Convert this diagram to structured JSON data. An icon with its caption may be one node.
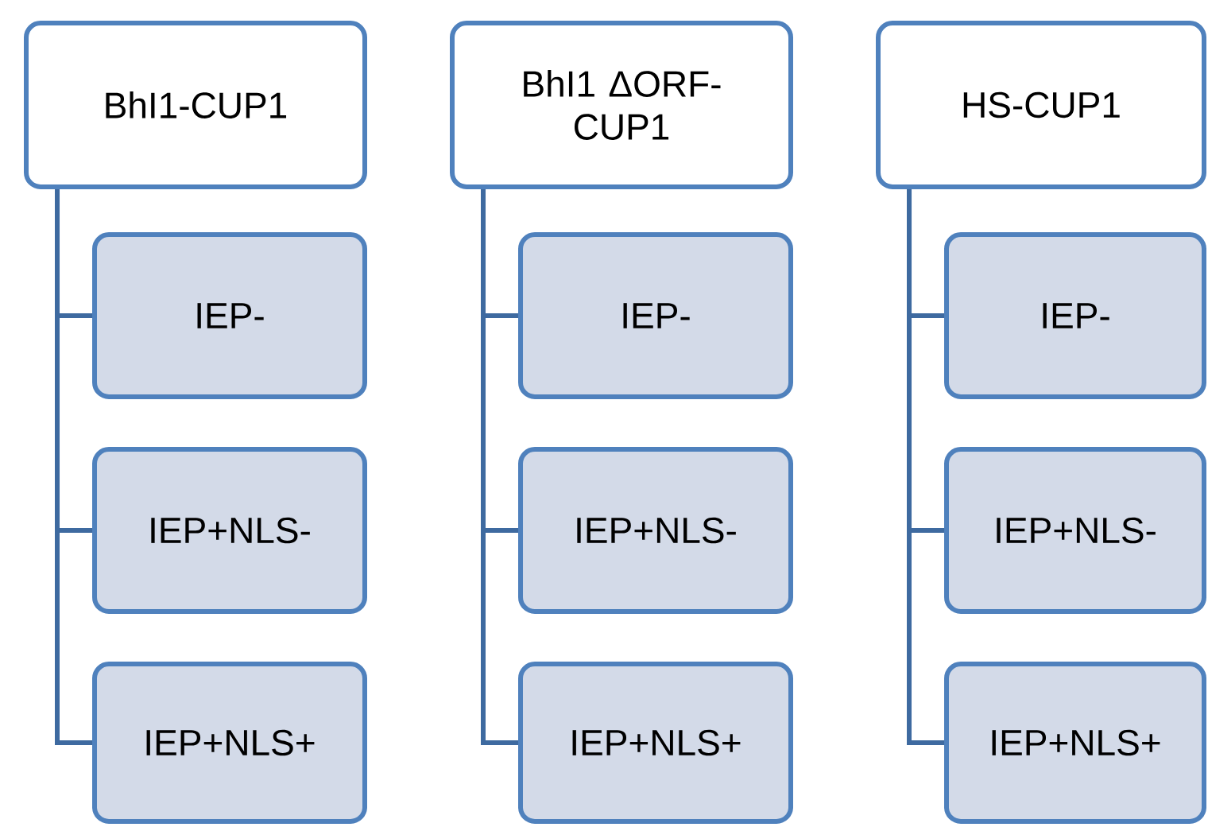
{
  "diagram": {
    "nodes": [
      {
        "text": [
          "BhI1-CUP1"
        ]
      },
      {
        "text": [
          "IEP-"
        ]
      },
      {
        "text": [
          "IEP+NLS-"
        ]
      },
      {
        "text": [
          "IEP+NLS+"
        ]
      },
      {
        "text": [
          "BhI1 ΔORF-CUP1"
        ]
      },
      {
        "text": [
          "IEP-"
        ]
      },
      {
        "text": [
          "IEP+NLS-"
        ]
      },
      {
        "text": [
          "IEP+NLS+"
        ]
      },
      {
        "text": [
          "HS-CUP1"
        ]
      },
      {
        "text": [
          "IEP-"
        ]
      },
      {
        "text": [
          "IEP+NLS-"
        ]
      },
      {
        "text": [
          "IEP+NLS+"
        ]
      }
    ],
    "edges": [
      {
        "from": 0,
        "to": 1,
        "arrow": "none"
      },
      {
        "from": 0,
        "to": 2,
        "arrow": "none"
      },
      {
        "from": 0,
        "to": 3,
        "arrow": "none"
      },
      {
        "from": 4,
        "to": 5,
        "arrow": "none"
      },
      {
        "from": 4,
        "to": 6,
        "arrow": "none"
      },
      {
        "from": 4,
        "to": 7,
        "arrow": "none"
      },
      {
        "from": 8,
        "to": 9,
        "arrow": "none"
      },
      {
        "from": 8,
        "to": 10,
        "arrow": "none"
      },
      {
        "from": 8,
        "to": 11,
        "arrow": "none"
      }
    ]
  }
}
